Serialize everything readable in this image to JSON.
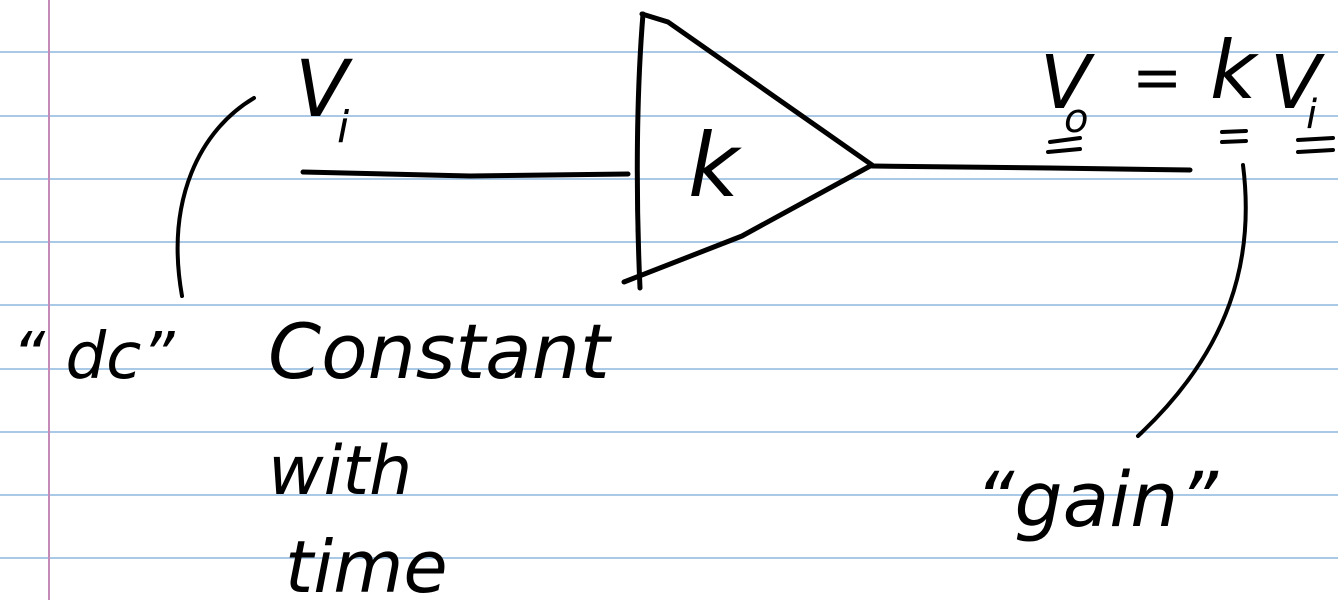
{
  "diagram": {
    "input_label": "V",
    "input_subscript": "i",
    "amplifier_label": "k",
    "output_label": "V",
    "output_subscript": "o",
    "equals": "=",
    "output_gain": "k",
    "output_input": "V",
    "output_input_subscript": "i",
    "dc_note": "“ dc”",
    "constant_line1": "Constant",
    "constant_line2": "with",
    "constant_line3": "time",
    "gain_note": "“gain”"
  },
  "colors": {
    "ruled_line": "#a9c9e6",
    "margin_line": "#c58ab8",
    "ink": "#000000"
  }
}
